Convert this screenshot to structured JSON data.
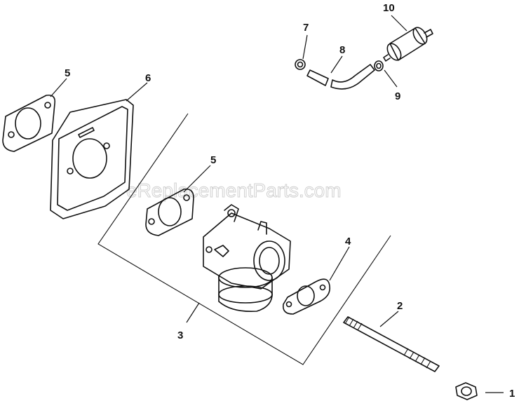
{
  "watermark": "eReplacementParts.com",
  "callouts": [
    "1",
    "2",
    "3",
    "4",
    "5",
    "5",
    "6",
    "7",
    "8",
    "9",
    "10"
  ]
}
